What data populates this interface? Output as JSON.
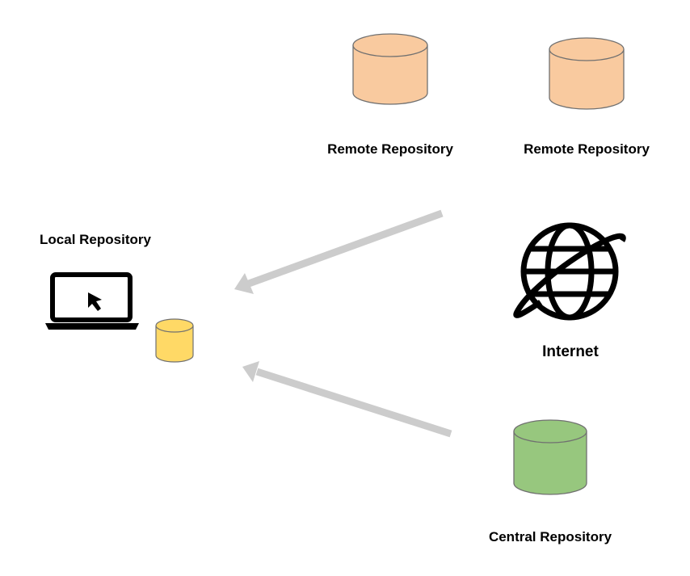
{
  "diagram": {
    "nodes": {
      "local_repository": {
        "label": "Local Repository"
      },
      "remote_repository_1": {
        "label": "Remote Repository"
      },
      "remote_repository_2": {
        "label": "Remote Repository"
      },
      "internet": {
        "label": "Internet"
      },
      "central_repository": {
        "label": "Central Repository"
      }
    },
    "edges": [
      {
        "from": "remote_repository",
        "to": "local_repository"
      },
      {
        "from": "central_repository",
        "to": "local_repository"
      }
    ],
    "icons": [
      "laptop-icon",
      "cursor-icon",
      "globe-icon",
      "database-icon"
    ]
  },
  "colors": {
    "remote_fill": "#F9CA9F",
    "local_fill": "#FFD966",
    "central_fill": "#97C77E",
    "cylinder_stroke": "#707070",
    "arrow": "#CCCCCC",
    "icon": "#000000"
  }
}
